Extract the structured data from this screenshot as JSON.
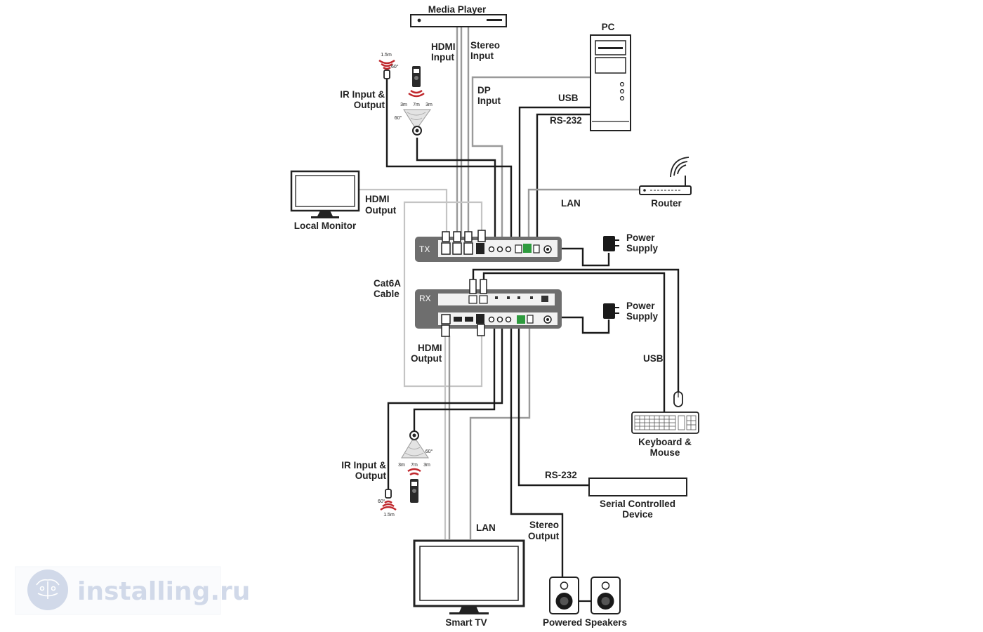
{
  "labels": {
    "media_player": "Media Player",
    "pc": "PC",
    "hdmi_input": [
      "HDMI",
      "Input"
    ],
    "stereo_input": [
      "Stereo",
      "Input"
    ],
    "dp_input": [
      "DP",
      "Input"
    ],
    "usb_top": "USB",
    "rs232_top": "RS-232",
    "ir_top": [
      "IR Input &",
      "Output"
    ],
    "local_monitor": "Local Monitor",
    "hdmi_output_top": [
      "HDMI",
      "Output"
    ],
    "lan_top": "LAN",
    "router": "Router",
    "power_supply_tx": [
      "Power",
      "Supply"
    ],
    "tx": "TX",
    "cat6a": [
      "Cat6A",
      "Cable"
    ],
    "rx": "RX",
    "power_supply_rx": [
      "Power",
      "Supply"
    ],
    "hdmi_output_bottom": [
      "HDMI",
      "Output"
    ],
    "usb_right": "USB",
    "keyboard_mouse": [
      "Keyboard &",
      "Mouse"
    ],
    "ir_bottom": [
      "IR Input &",
      "Output"
    ],
    "rs232_bottom": "RS-232",
    "serial_device": [
      "Serial Controlled",
      "Device"
    ],
    "lan_bottom": "LAN",
    "stereo_output": [
      "Stereo",
      "Output"
    ],
    "smart_tv": "Smart TV",
    "powered_speakers": "Powered Speakers"
  },
  "ir_sensor": {
    "top": {
      "dist": "1.5m",
      "angle": "60°"
    },
    "bottom": {
      "dist": "1.5m",
      "angle": "60°"
    }
  },
  "ir_emitter": {
    "top": {
      "left": "3m",
      "center": "7m",
      "right": "3m",
      "angle": "60°"
    },
    "bottom": {
      "left": "3m",
      "center": "7m",
      "right": "3m",
      "angle": "60°"
    }
  },
  "watermark": {
    "text": "installing.ru",
    "color": "#c9d3e6"
  },
  "colors": {
    "panel": "#6e6e6e",
    "cable_black": "#1a1a1a",
    "cable_gray": "#9a9a9a",
    "cable_light": "#c4c4c4",
    "ir_red": "#c0282d",
    "terminal_green": "#2e9b3e"
  }
}
